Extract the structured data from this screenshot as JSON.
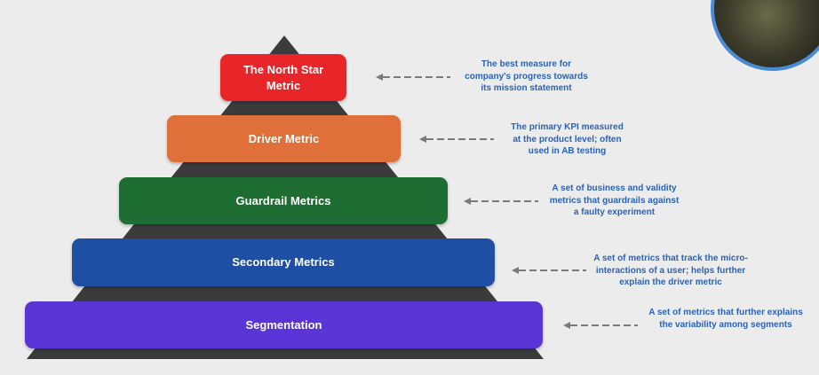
{
  "levels": [
    {
      "name": "The North Star Metric",
      "line1": "The North Star",
      "line2": "Metric",
      "color": "#e8262a",
      "desc": [
        "The best measure for",
        "company's progress towards",
        "its mission statement"
      ]
    },
    {
      "name": "Driver Metric",
      "line1": "Driver Metric",
      "line2": "",
      "color": "#e0703a",
      "desc": [
        "The primary KPI measured",
        "at the product level; often",
        "used in AB testing"
      ]
    },
    {
      "name": "Guardrail Metrics",
      "line1": "Guardrail Metrics",
      "line2": "",
      "color": "#1e6e34",
      "desc": [
        "A set of business and validity",
        "metrics that guardrails against",
        "a faulty experiment"
      ]
    },
    {
      "name": "Secondary Metrics",
      "line1": "Secondary Metrics",
      "line2": "",
      "color": "#1f4fa5",
      "desc": [
        "A set of metrics that track the micro-",
        "interactions of a user; helps further",
        "explain the driver metric"
      ]
    },
    {
      "name": "Segmentation",
      "line1": "Segmentation",
      "line2": "",
      "color": "#5a34d6",
      "desc": [
        "A set of metrics that further explains",
        "the variability among segments"
      ]
    }
  ],
  "colors": {
    "pyramid": "#3b3b3b",
    "description_text": "#2a63b8",
    "arrow": "#7a7a7a"
  }
}
